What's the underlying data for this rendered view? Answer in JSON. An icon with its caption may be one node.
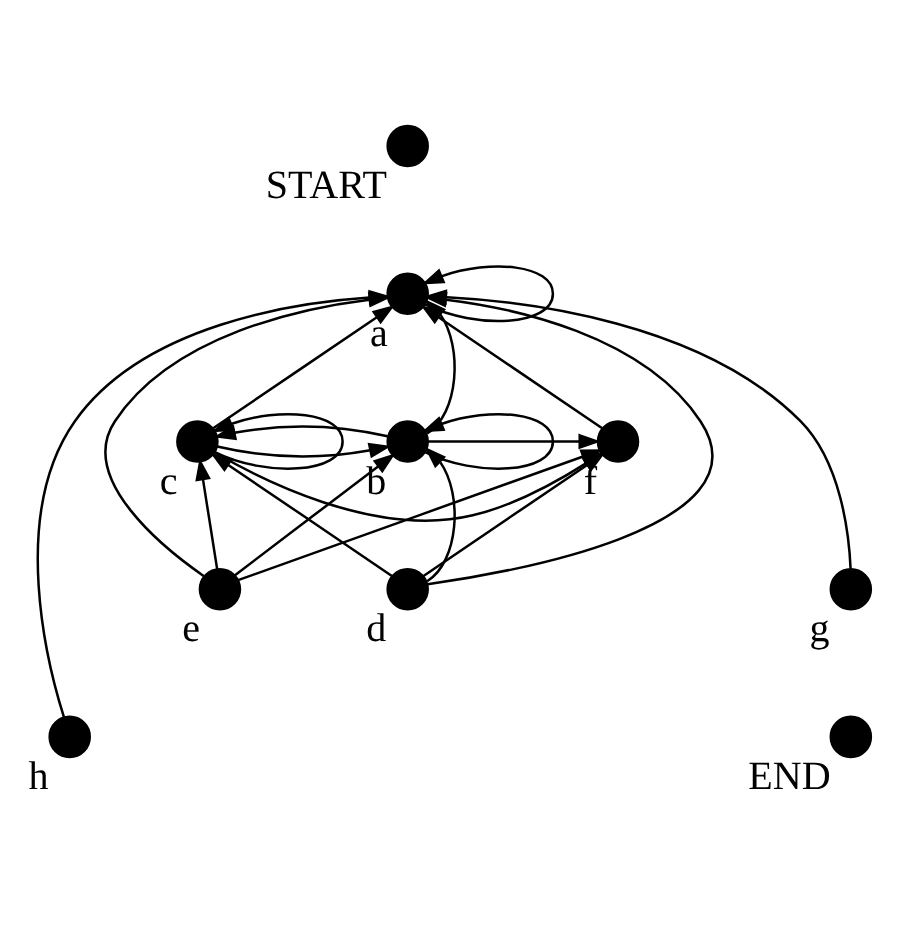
{
  "diagram": {
    "nodes": [
      {
        "text": [],
        "shape": "circle",
        "beside": [
          "START"
        ]
      },
      {
        "text": [],
        "shape": "circle",
        "beside": [
          "a"
        ]
      },
      {
        "text": [],
        "shape": "circle",
        "beside": [
          "b"
        ]
      },
      {
        "text": [],
        "shape": "circle",
        "beside": [
          "c"
        ]
      },
      {
        "text": [],
        "shape": "circle",
        "beside": [
          "f"
        ]
      },
      {
        "text": [],
        "shape": "circle",
        "beside": [
          "d"
        ]
      },
      {
        "text": [],
        "shape": "circle",
        "beside": [
          "e"
        ]
      },
      {
        "text": [],
        "shape": "circle",
        "beside": [
          "g"
        ]
      },
      {
        "text": [],
        "shape": "circle",
        "beside": [
          "h"
        ]
      },
      {
        "text": [],
        "shape": "circle",
        "beside": [
          "END"
        ]
      }
    ],
    "edges": [
      {
        "from": 1,
        "to": 1,
        "arrow": "to"
      },
      {
        "from": 2,
        "to": 2,
        "arrow": "to"
      },
      {
        "from": 3,
        "to": 3,
        "arrow": "to"
      },
      {
        "from": 2,
        "to": 1,
        "arrow": "to"
      },
      {
        "from": 3,
        "to": 1,
        "arrow": "to"
      },
      {
        "from": 5,
        "to": 1,
        "arrow": "to"
      },
      {
        "from": 6,
        "to": 1,
        "arrow": "to"
      },
      {
        "from": 4,
        "to": 1,
        "arrow": "to"
      },
      {
        "from": 7,
        "to": 1,
        "arrow": "to"
      },
      {
        "from": 8,
        "to": 1,
        "arrow": "to"
      },
      {
        "from": 2,
        "to": 3,
        "arrow": "to"
      },
      {
        "from": 3,
        "to": 2,
        "arrow": "to"
      },
      {
        "from": 2,
        "to": 4,
        "arrow": "to"
      },
      {
        "from": 3,
        "to": 4,
        "arrow": "to"
      },
      {
        "from": 5,
        "to": 2,
        "arrow": "to"
      },
      {
        "from": 5,
        "to": 3,
        "arrow": "to"
      },
      {
        "from": 5,
        "to": 4,
        "arrow": "to"
      },
      {
        "from": 6,
        "to": 2,
        "arrow": "to"
      },
      {
        "from": 6,
        "to": 3,
        "arrow": "to"
      },
      {
        "from": 6,
        "to": 4,
        "arrow": "to"
      }
    ]
  }
}
